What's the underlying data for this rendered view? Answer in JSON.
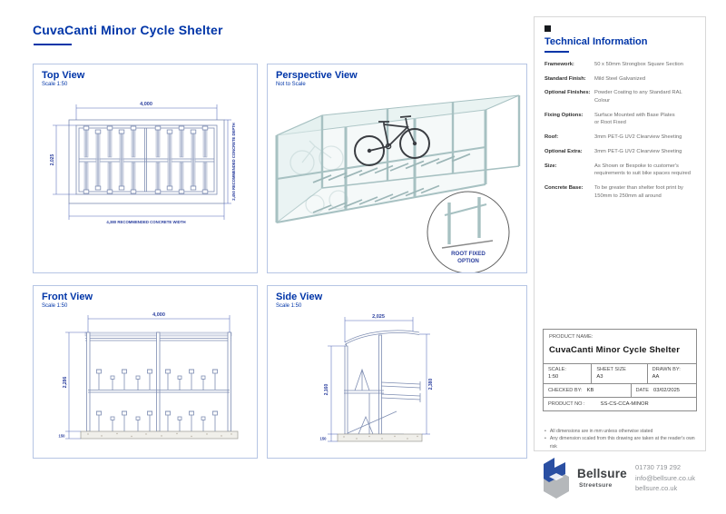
{
  "page": {
    "title": "CuvaCanti Minor Cycle Shelter"
  },
  "views": {
    "top": {
      "title": "Top View",
      "scale": "Scale 1:50",
      "dims": {
        "shelter_width": "4,000",
        "shelter_depth": "2,025",
        "concrete_width": "4,380 RECOMMENDED CONCRETE WIDTH",
        "concrete_depth": "2,450 RECOMMENDED CONCRETE DEPTH"
      }
    },
    "perspective": {
      "title": "Perspective View",
      "scale": "Not to Scale",
      "callout_line1": "ROOT FIXED",
      "callout_line2": "OPTION"
    },
    "front": {
      "title": "Front View",
      "scale": "Scale 1:50",
      "dims": {
        "width": "4,000",
        "height": "2,286",
        "base_thickness": "150"
      }
    },
    "side": {
      "title": "Side View",
      "scale": "Scale 1:50",
      "dims": {
        "roof_depth": "2,025",
        "overall_height": "2,380",
        "frame_height": "2,160",
        "base_thickness": "150"
      }
    }
  },
  "tech_info": {
    "title": "Technical Information",
    "rows": [
      {
        "label": "Framework:",
        "value": "50 x 50mm Strongbox Square Section"
      },
      {
        "label": "Standard Finish:",
        "value": "Mild Steel Galvanized"
      },
      {
        "label": "Optional Finishes:",
        "value": "Powder Coating to any Standard RAL Colour"
      },
      {
        "label": "Fixing Options:",
        "value": "Surface Mounted with Base Plates\nor Root Fixed"
      },
      {
        "label": "Roof:",
        "value": "3mm PET-G UV2 Clearview Sheeting"
      },
      {
        "label": "Optional Extra:",
        "value": "3mm PET-G UV2 Clearview Sheeting"
      },
      {
        "label": "Size:",
        "value": "As Shown or Bespoke to customer's\nrequirements to suit bike spaces required"
      },
      {
        "label": "Concrete Base:",
        "value": "To be greater than shelter foot print by\n150mm to 250mm all around"
      }
    ],
    "product": {
      "name_label": "PRODUCT NAME:",
      "name": "CuvaCanti Minor Cycle Shelter",
      "scale_label": "SCALE:",
      "scale": "1:50",
      "sheet_label": "SHEET SIZE",
      "sheet": "A3",
      "drawn_label": "DRAWN BY:",
      "drawn": "AA",
      "checked_label": "CHECKED BY:",
      "checked": "KB",
      "date_label": "DATE",
      "date": "03/02/2025",
      "product_no_label": "PRODUCT NO :",
      "product_no": "SS-CS-CCA-MINOR"
    },
    "notes": [
      "All dimensions are in mm unless otherwise stated",
      "Any dimension scaled from this drawing are taken at the reader's own risk"
    ]
  },
  "footer": {
    "brand": "Bellsure",
    "sub_brand": "Streetsure",
    "phone": "01730 719 292",
    "email": "info@bellsure.co.uk",
    "website": "bellsure.co.uk"
  },
  "colors": {
    "accent_blue": "#0035a8",
    "drawing_line": "#7e8db2",
    "dimension_text": "#2b3f9e",
    "render_teal": "#a7c1c2",
    "logo_blue": "#2a4fa2",
    "logo_grey": "#b5b8bb"
  }
}
